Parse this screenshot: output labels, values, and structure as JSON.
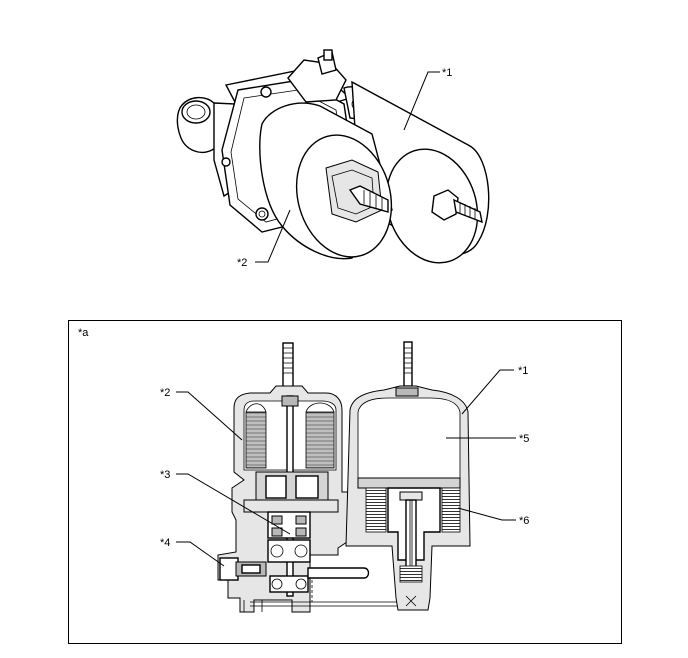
{
  "diagram": {
    "top_view": {
      "callouts": [
        {
          "id": "c1",
          "text": "*1"
        },
        {
          "id": "c2",
          "text": "*2"
        }
      ]
    },
    "section_view": {
      "frame_label": "*a",
      "callouts": [
        {
          "id": "s1",
          "text": "*1"
        },
        {
          "id": "s2",
          "text": "*2"
        },
        {
          "id": "s3",
          "text": "*3"
        },
        {
          "id": "s4",
          "text": "*4"
        },
        {
          "id": "s5",
          "text": "*5"
        },
        {
          "id": "s6",
          "text": "*6"
        }
      ]
    }
  }
}
